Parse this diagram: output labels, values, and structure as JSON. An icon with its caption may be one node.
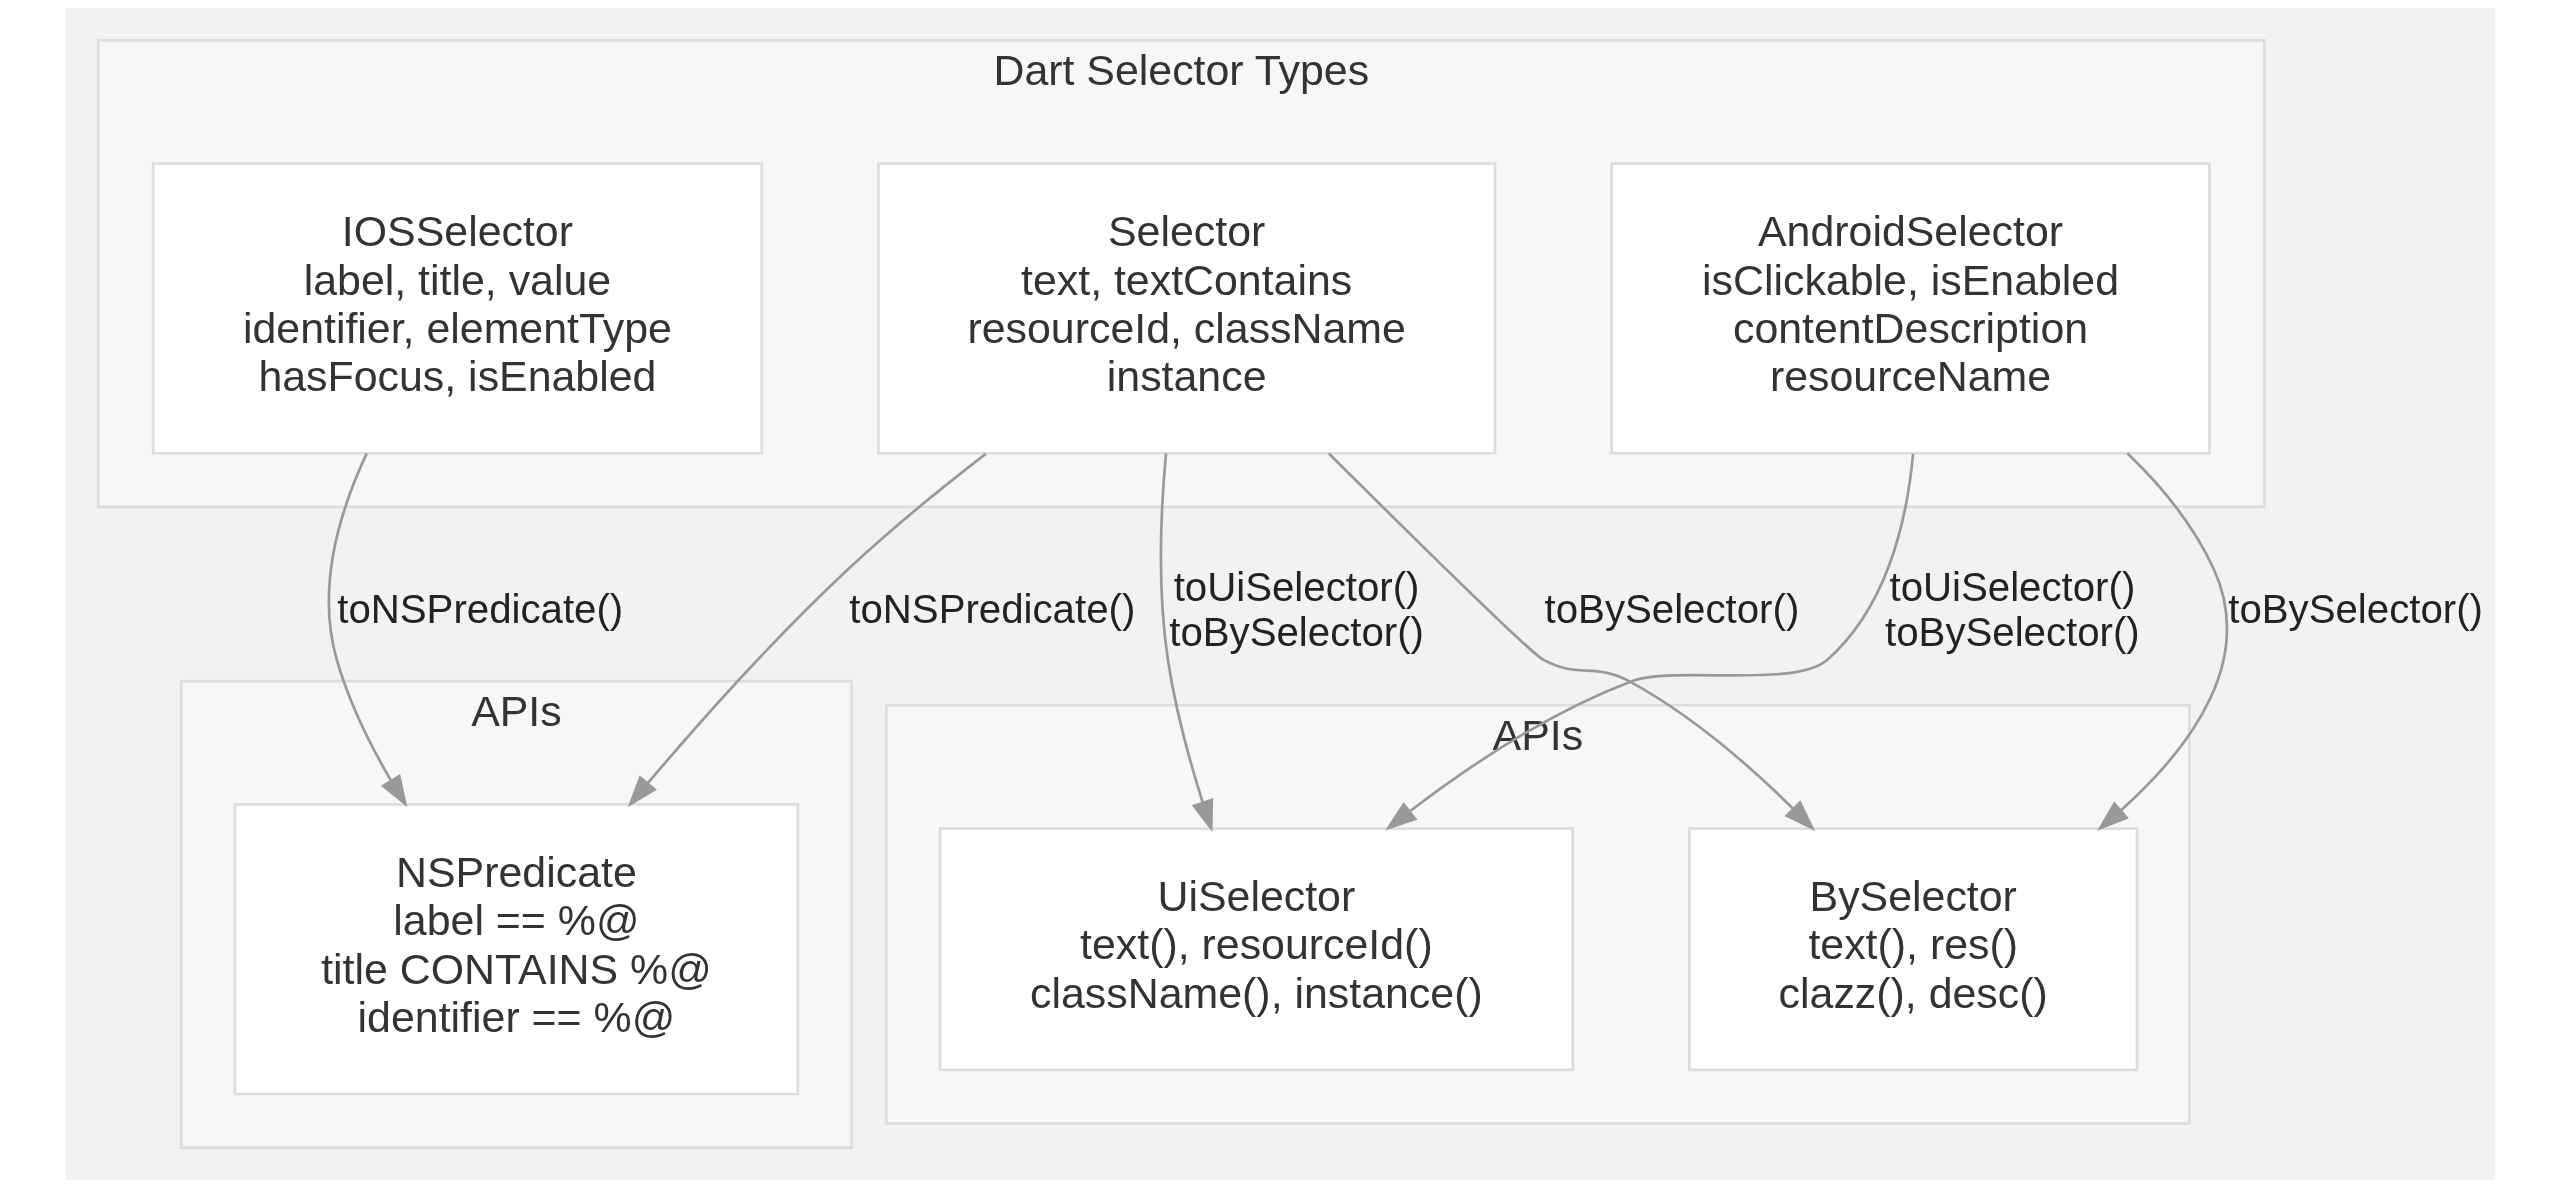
{
  "diagram": {
    "nodes": [
      {
        "text": [
          "Dart Selector Types"
        ]
      },
      {
        "text": [
          "IOSSelector",
          "label, title, value",
          "identifier, elementType",
          "hasFocus, isEnabled"
        ],
        "in": 0
      },
      {
        "text": [
          "Selector",
          "text, textContains",
          "resourceId, className",
          "instance"
        ],
        "in": 0
      },
      {
        "text": [
          "AndroidSelector",
          "isClickable, isEnabled",
          "contentDescription",
          "resourceName"
        ],
        "in": 0
      },
      {
        "text": [
          "APIs"
        ]
      },
      {
        "text": [
          "NSPredicate",
          "label == %@",
          "title CONTAINS %@",
          "identifier == %@"
        ],
        "in": 4
      },
      {
        "text": [
          "APIs"
        ]
      },
      {
        "text": [
          "UiSelector",
          "text(), resourceId()",
          "className(), instance()"
        ],
        "in": 6
      },
      {
        "text": [
          "BySelector",
          "text(), res()",
          "clazz(), desc()"
        ],
        "in": 6
      }
    ],
    "edges": [
      {
        "from": 2,
        "to": 5,
        "arrow": "to",
        "label": "toNSPredicate()"
      },
      {
        "from": 1,
        "to": 5,
        "arrow": "to",
        "label": "toNSPredicate()"
      },
      {
        "from": 2,
        "to": 7,
        "arrow": "to",
        "label": "toUiSelector() toBySelector()"
      },
      {
        "from": 3,
        "to": 7,
        "arrow": "to",
        "label": "toUiSelector() toBySelector()"
      },
      {
        "from": 2,
        "to": 8,
        "arrow": "to",
        "label": "toBySelector()"
      },
      {
        "from": 3,
        "to": 8,
        "arrow": "to",
        "label": "toBySelector()"
      }
    ]
  }
}
